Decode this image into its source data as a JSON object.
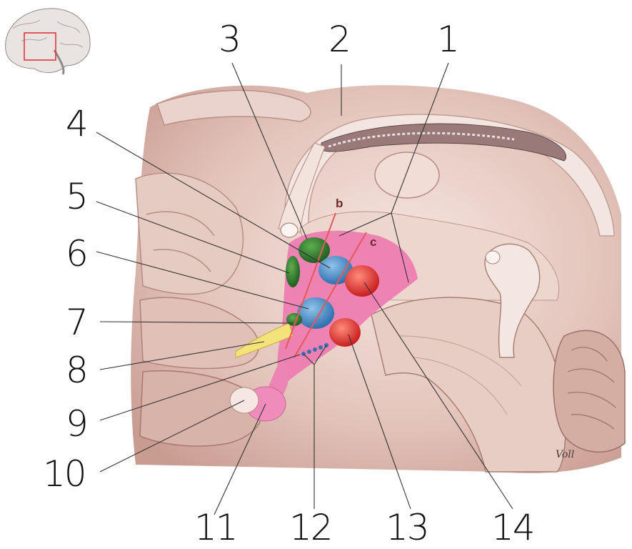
{
  "labels": {
    "n1": "1",
    "n2": "2",
    "n3": "3",
    "n4": "4",
    "n5": "5",
    "n6": "6",
    "n7": "7",
    "n8": "8",
    "n9": "9",
    "n10": "10",
    "n11": "11",
    "n12": "12",
    "n13": "13",
    "n14": "14"
  },
  "sublabels": {
    "b": "b",
    "c": "c"
  },
  "signature": "Voll",
  "colors": {
    "tissue_light": "#f1ddd6",
    "tissue_mid": "#d9b2a8",
    "tissue_dark": "#b07f78",
    "hypothalamus_pink": "#ee7bb0",
    "nucleus_green": "#2f7d2f",
    "nucleus_blue": "#3f86c4",
    "nucleus_red": "#e23a3a",
    "optic_yellow": "#f4e27a"
  },
  "icons": {
    "thumbnail": "brain-orientation-icon"
  }
}
